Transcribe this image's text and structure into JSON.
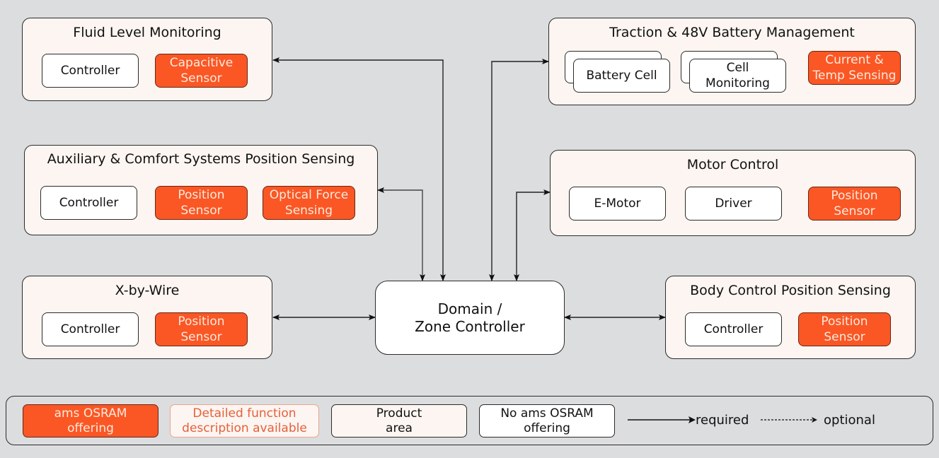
{
  "diagram": {
    "center": {
      "label_line1": "Domain /",
      "label_line2": "Zone Controller"
    },
    "areas": {
      "fluid": {
        "title": "Fluid Level Monitoring",
        "items": [
          "Controller",
          "Capacitive Sensor"
        ],
        "offering": [
          false,
          true
        ]
      },
      "aux": {
        "title": "Auxiliary & Comfort Systems Position Sensing",
        "items": [
          "Controller",
          "Position Sensor",
          "Optical Force Sensing"
        ],
        "offering": [
          false,
          true,
          true
        ]
      },
      "xbw": {
        "title": "X-by-Wire",
        "items": [
          "Controller",
          "Position Sensor"
        ],
        "offering": [
          false,
          true
        ]
      },
      "traction": {
        "title": "Traction & 48V Battery Management",
        "items": [
          "Battery Cell",
          "Cell Monitoring",
          "Current & Temp Sensing"
        ],
        "offering": [
          false,
          false,
          true
        ]
      },
      "motor": {
        "title": "Motor Control",
        "items": [
          "E-Motor",
          "Driver",
          "Position Sensor"
        ],
        "offering": [
          false,
          false,
          true
        ]
      },
      "body": {
        "title": "Body Control Position Sensing",
        "items": [
          "Controller",
          "Position Sensor"
        ],
        "offering": [
          false,
          true
        ]
      }
    },
    "connections": [
      {
        "from": "center",
        "to": "fluid",
        "type": "required"
      },
      {
        "from": "center",
        "to": "aux",
        "type": "required",
        "bidirectional": true
      },
      {
        "from": "center",
        "to": "xbw",
        "type": "required",
        "bidirectional": true
      },
      {
        "from": "center",
        "to": "traction",
        "type": "required",
        "bidirectional": true
      },
      {
        "from": "center",
        "to": "motor",
        "type": "required",
        "bidirectional": true
      },
      {
        "from": "center",
        "to": "body",
        "type": "required",
        "bidirectional": true
      }
    ]
  },
  "legend": {
    "offering": "ams OSRAM offering",
    "detailed": "Detailed function description available",
    "product_area": "Product area",
    "no_offering": "No ams OSRAM offering",
    "required": "required",
    "optional": "optional"
  },
  "colors": {
    "background": "#dcdddf",
    "offering": "#fa5725",
    "product_area": "#fcf5f1",
    "detailed_text": "#e6603a"
  }
}
